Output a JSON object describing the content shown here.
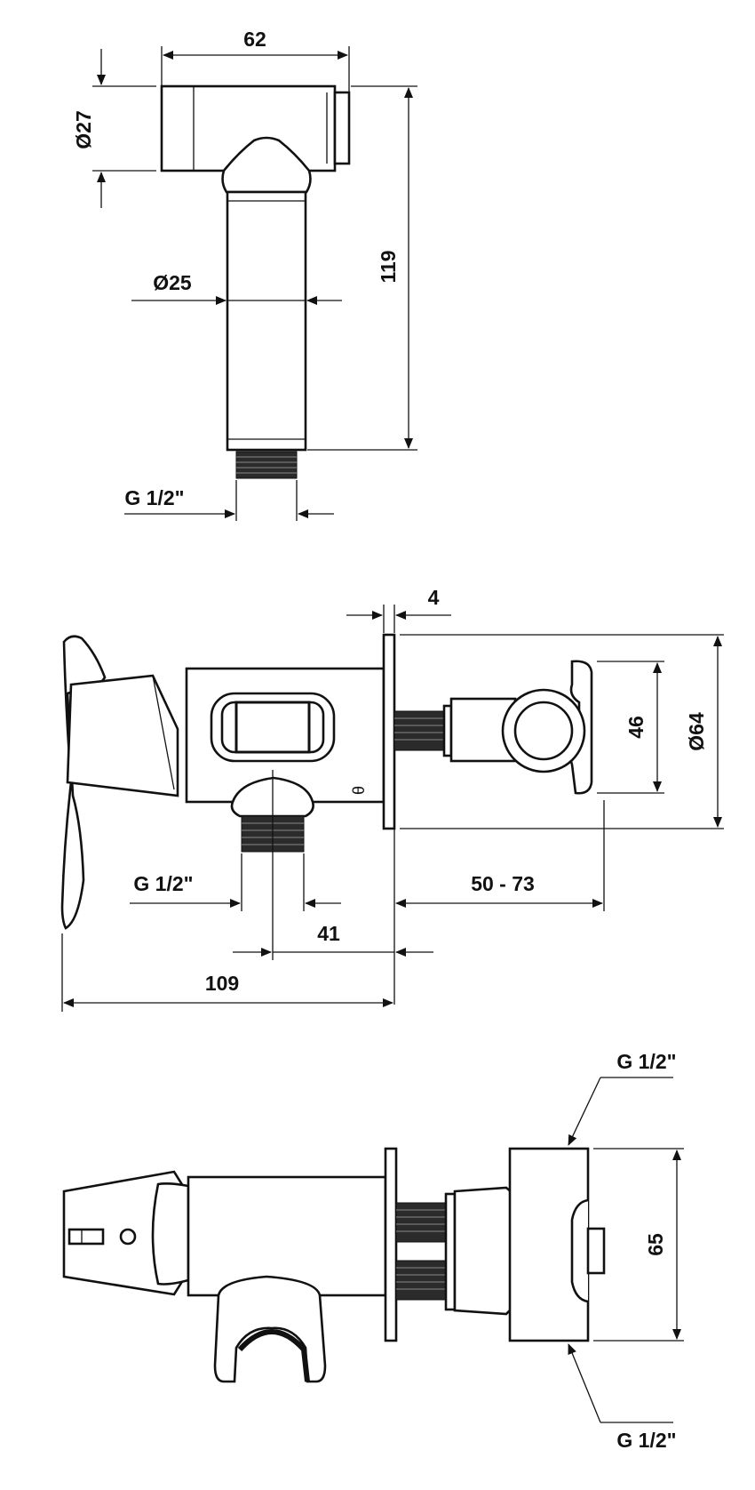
{
  "views": {
    "top": {
      "dims": {
        "width_top": "62",
        "dia_head": "Ø27",
        "dia_body": "Ø25",
        "height": "119",
        "thread": "G 1/2\""
      }
    },
    "middle": {
      "dims": {
        "flange": "4",
        "holder": "46",
        "dia_flange": "Ø64",
        "thread": "G 1/2\"",
        "depth_range": "50 - 73",
        "offset": "41",
        "total": "109"
      }
    },
    "bottom": {
      "dims": {
        "thread_top": "G 1/2\"",
        "height": "65",
        "thread_bottom": "G 1/2\""
      }
    }
  },
  "colors": {
    "line": "#111111",
    "background": "#ffffff",
    "thread_fill": "#2b2b2b"
  }
}
